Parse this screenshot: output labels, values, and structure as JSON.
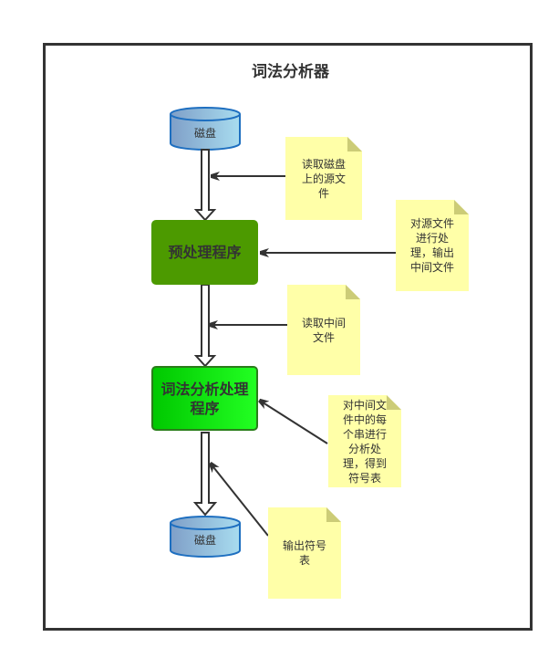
{
  "title": "词法分析器",
  "colors": {
    "frame": "#333333",
    "note_fill": "#ffffa8",
    "note_fold": "#cccc77",
    "preprocess_fill": "#4c9a00",
    "lexer_fill": "#1ee61e",
    "cylinder_stroke": "#1e6fc0",
    "arrow": "#333333"
  },
  "nodes": {
    "disk_top": {
      "label": "磁盘",
      "shape": "cylinder"
    },
    "preprocess": {
      "label": "预处理程序",
      "shape": "rounded-rect"
    },
    "lexer": {
      "label": "词法分析处理程序",
      "shape": "rounded-rect"
    },
    "disk_bottom": {
      "label": "磁盘",
      "shape": "cylinder"
    }
  },
  "notes": [
    {
      "id": "note-read-disk",
      "text": "读取磁盘\n上的源文\n件",
      "points_to": "flow disk_top→preprocess"
    },
    {
      "id": "note-preprocess",
      "text": "对源文件\n进行处\n理，输出\n中间文件",
      "points_to": "preprocess"
    },
    {
      "id": "note-read-intermediate",
      "text": "读取中间\n文件",
      "points_to": "flow preprocess→lexer"
    },
    {
      "id": "note-lex",
      "text": "对中间文\n件中的每\n个串进行\n分析处\n理，得到\n符号表",
      "points_to": "lexer"
    },
    {
      "id": "note-output",
      "text": "输出符号\n表",
      "points_to": "flow lexer→disk_bottom"
    }
  ],
  "flows": [
    {
      "from": "disk_top",
      "to": "preprocess"
    },
    {
      "from": "preprocess",
      "to": "lexer"
    },
    {
      "from": "lexer",
      "to": "disk_bottom"
    }
  ]
}
